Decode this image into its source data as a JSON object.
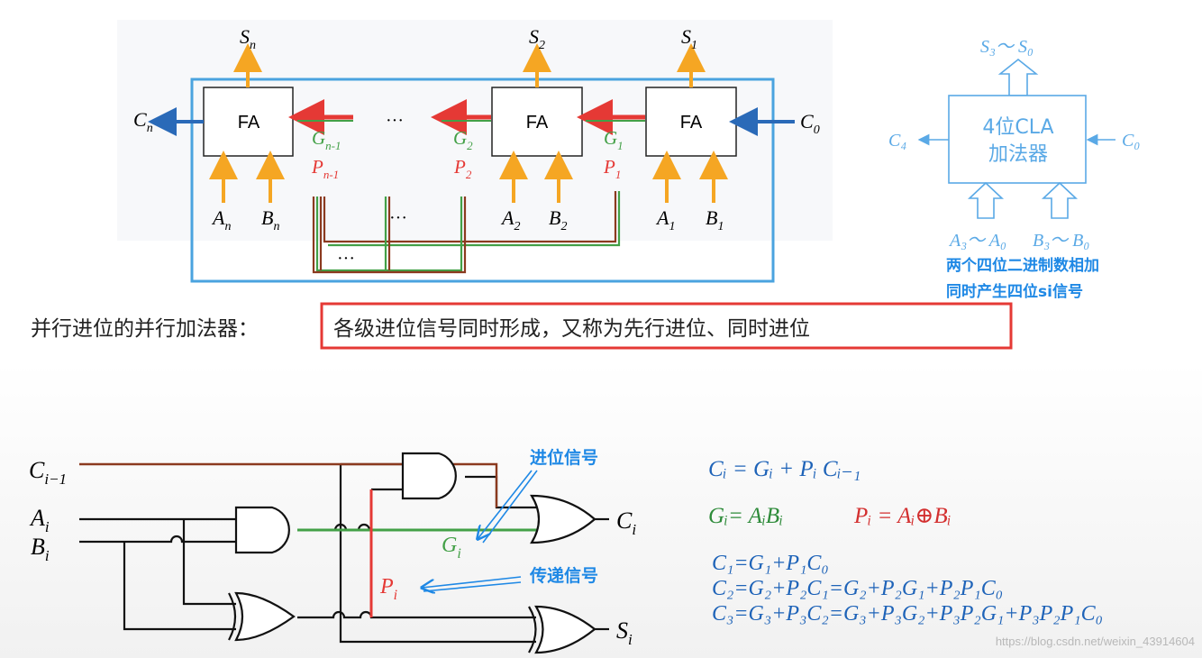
{
  "top_diagram": {
    "fa_label": "FA",
    "outputs": {
      "sn": "n",
      "s2": "2",
      "s1": "1"
    },
    "carry_out": "n",
    "carry_in": "0",
    "g_labels": {
      "gn": "n-1",
      "g2": "2",
      "g1": "1"
    },
    "p_labels": {
      "pn": "n-1",
      "p2": "2",
      "p1": "1"
    },
    "inputs": {
      "an": "n",
      "bn": "n",
      "a2": "2",
      "b2": "2",
      "a1": "1",
      "b1": "1"
    },
    "ellipsis": "···"
  },
  "cla_block": {
    "output_s": "S₃～ S₀",
    "title_line1": "4位CLA",
    "title_line2": "加法器",
    "c4": "C₄",
    "c0": "C₀",
    "input_a": "A₃～ A₀",
    "input_b": "B₃～ B₀",
    "note_line1": "两个四位二进制数相加",
    "note_line2": "同时产生四位si信号"
  },
  "caption": {
    "lead": "并行进位的并行加法器：",
    "boxed": "各级进位信号同时形成，又称为先行进位、同时进位"
  },
  "circuit": {
    "ci1": "C",
    "ci1_sub": "i−1",
    "ai": "A",
    "bi": "B",
    "ci": "C",
    "si": "S",
    "sub_i": "i",
    "gi": "G",
    "pi": "P",
    "carry_note": "进位信号",
    "transfer_note": "传递信号"
  },
  "formulas": {
    "f1": "Cᵢ = Gᵢ + Pᵢ Cᵢ₋₁",
    "f2a": "Gᵢ= AᵢBᵢ",
    "f2b": "Pᵢ = Aᵢ⊕Bᵢ",
    "f3": "C₁=G₁+P₁C₀",
    "f4": "C₂=G₂+P₂C₁=G₂+P₂G₁+P₂P₁C₀",
    "f5": "C₃=G₃+P₃C₂=G₃+P₃G₂+P₃P₂G₁+P₃P₂P₁C₀"
  },
  "watermark": "https://blog.csdn.net/weixin_43914604",
  "colors": {
    "accent_blue": "#1e88e5",
    "gold": "#f5a623",
    "red": "#e53935",
    "green": "#43a047",
    "brown": "#8b3a1f",
    "cla_blue": "#5aa9e6"
  }
}
